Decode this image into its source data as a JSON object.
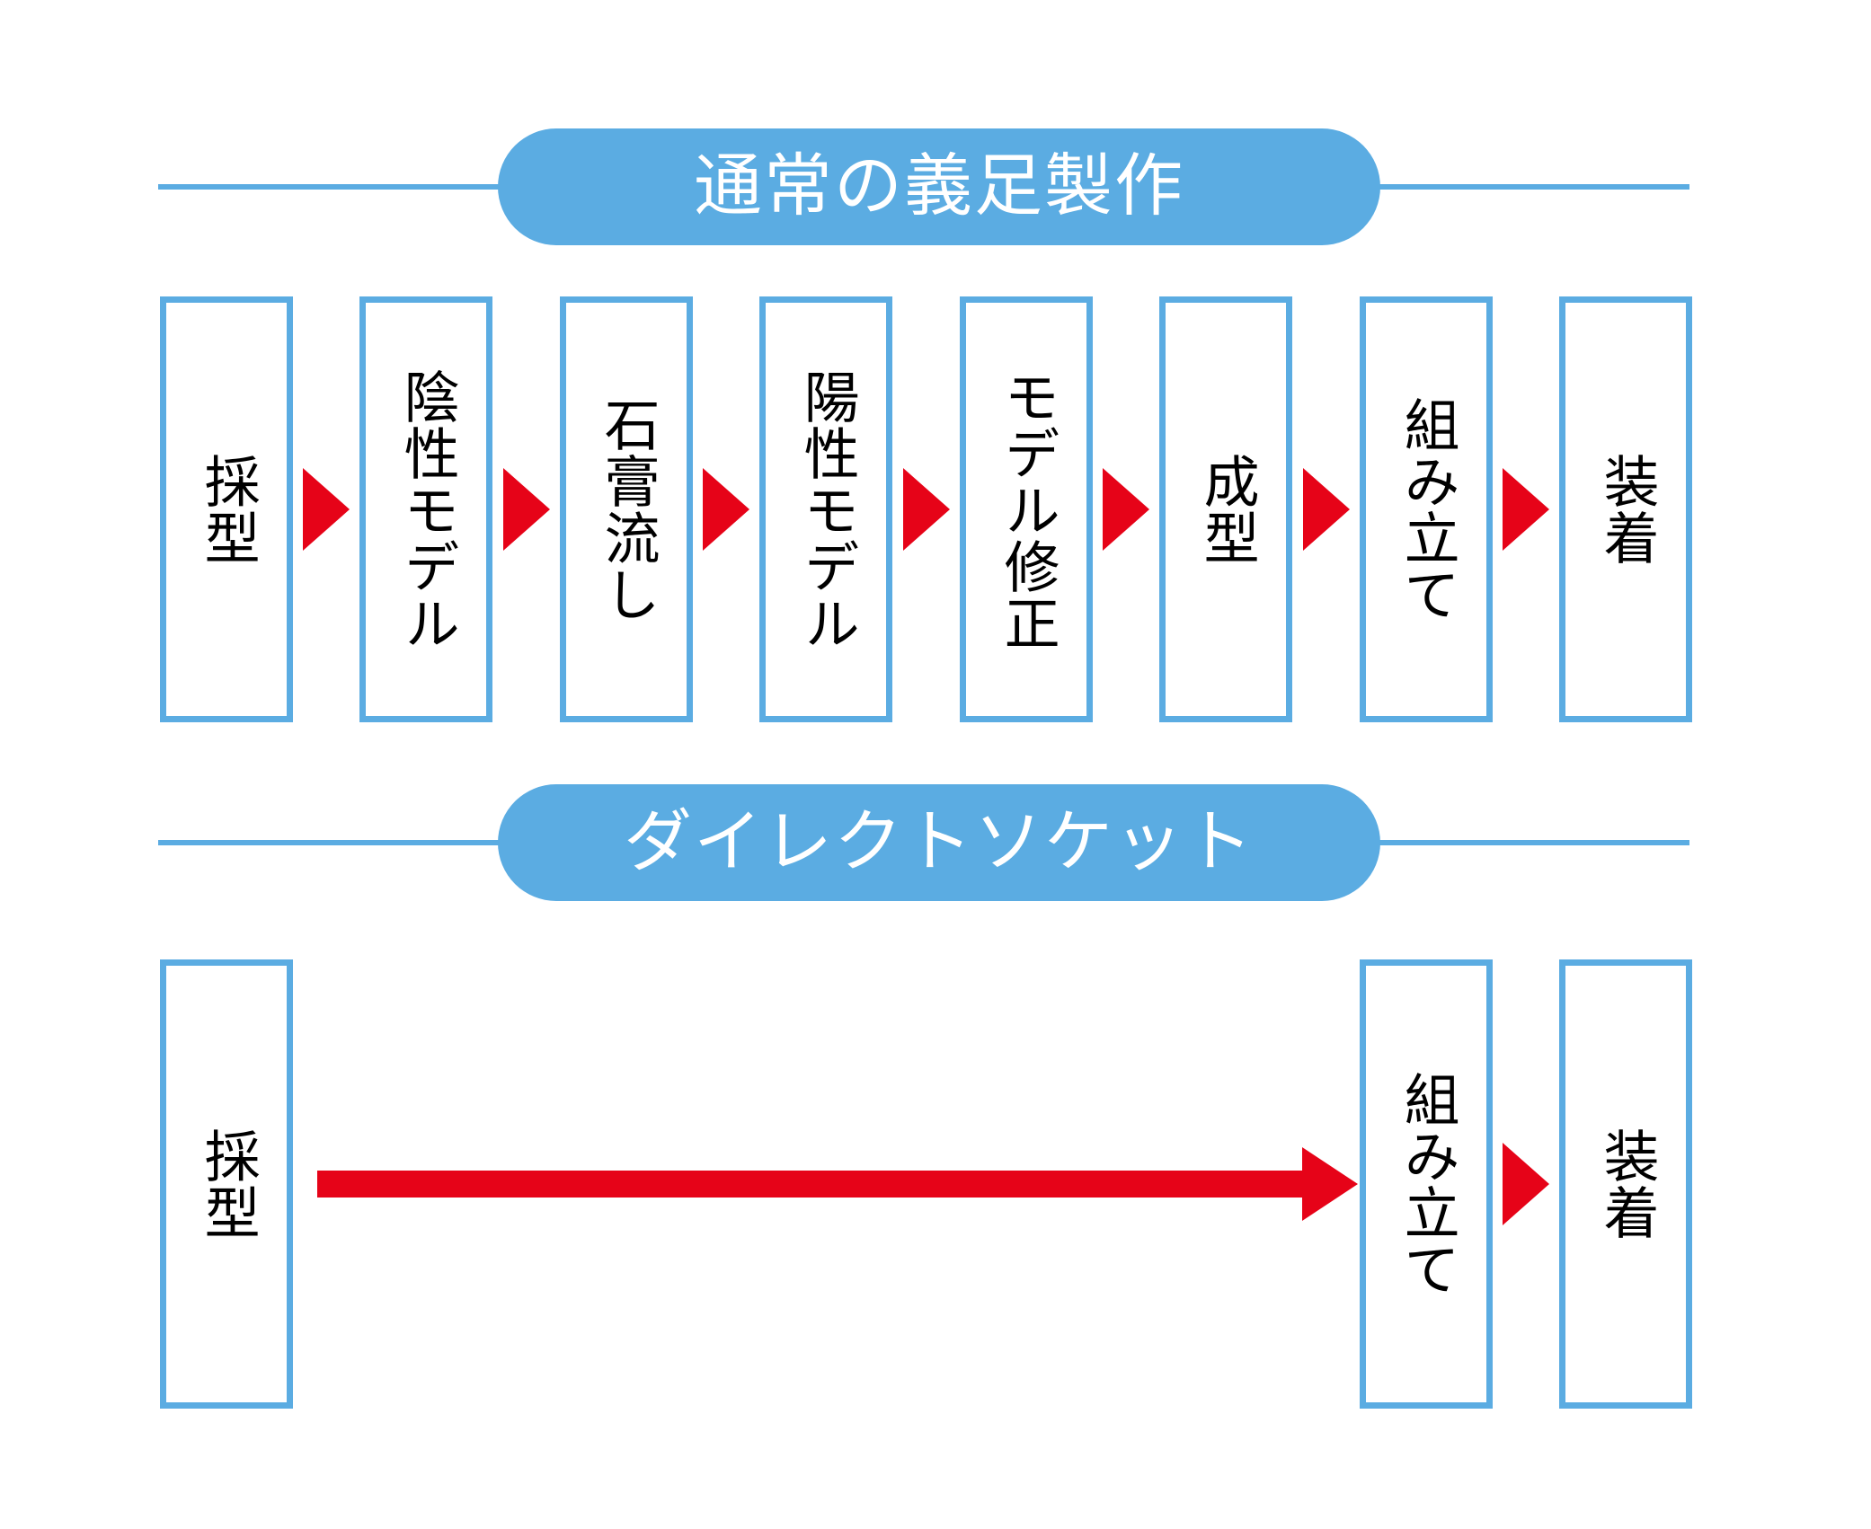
{
  "theme": {
    "accent_blue": "#5BACE2",
    "arrow_red": "#E60318",
    "background": "#FFFFFF",
    "text_dark": "#000000",
    "banner_text": "#FFFFFF"
  },
  "diagram": {
    "type": "process-flow-comparison",
    "sections": [
      {
        "id": "conventional",
        "banner": "通常の義足製作",
        "steps": [
          {
            "label": "採型"
          },
          {
            "label": "陰性モデル"
          },
          {
            "label": "石膏流し"
          },
          {
            "label": "陽性モデル"
          },
          {
            "label": "モデル修正"
          },
          {
            "label": "成型"
          },
          {
            "label": "組み立て"
          },
          {
            "label": "装着"
          }
        ],
        "connectors": [
          "triangle-arrow",
          "triangle-arrow",
          "triangle-arrow",
          "triangle-arrow",
          "triangle-arrow",
          "triangle-arrow",
          "triangle-arrow"
        ]
      },
      {
        "id": "direct-socket",
        "banner": "ダイレクトソケット",
        "steps": [
          {
            "label": "採型"
          },
          {
            "label": "組み立て"
          },
          {
            "label": "装着"
          }
        ],
        "connectors": [
          "long-red-arrow",
          "triangle-arrow"
        ]
      }
    ]
  }
}
